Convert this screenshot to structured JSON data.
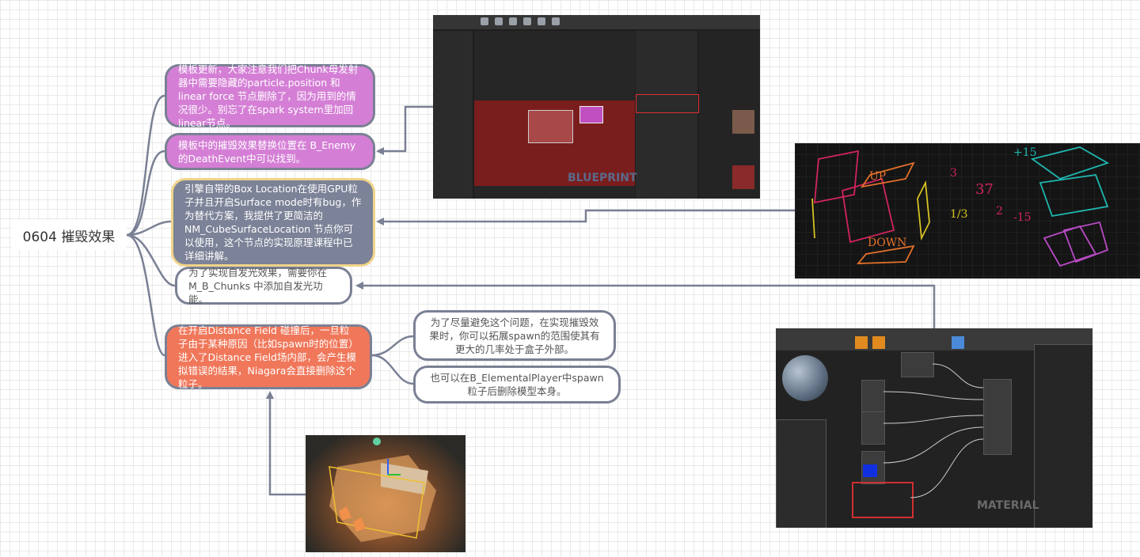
{
  "root": {
    "label": "0604 摧毁效果"
  },
  "nodes": {
    "n1": "模板更新，大家注意我们把Chunk母发射器中需要隐藏的particle.position 和 linear force 节点删除了，因为用到的情况很少。别忘了在spark system里加回linear节点。",
    "n2": "模板中的摧毁效果替换位置在 B_Enemy的DeathEvent中可以找到。",
    "n3": "引擎自带的Box Location在使用GPU粒子并且开启Surface mode时有bug，作为替代方案，我提供了更简洁的NM_CubeSurfaceLocation 节点你可以使用，这个节点的实现原理课程中已详细讲解。",
    "n4": "为了实现自发光效果，需要你在M_B_Chunks 中添加自发光功能。",
    "n5": "在开启Distance Field 碰撞后，一旦粒子由于某种原因（比如spawn时的位置）进入了Distance Field场内部，会产生模拟错误的结果，Niagara会直接删除这个粒子。",
    "n6": "为了尽量避免这个问题，在实现摧毁效果时，你可以拓展spawn的范围使其有更大的几率处于盒子外部。",
    "n7": "也可以在B_ElementalPlayer中spawn粒子后删除模型本身。"
  },
  "screenshots": {
    "blueprint_watermark": "BLUEPRINT",
    "material_watermark": "MATERIAL",
    "chalk_labels": [
      "UP",
      "DOWN",
      "3",
      "37",
      "2",
      "1/3",
      "-15",
      "+15"
    ]
  },
  "colors": {
    "pink": "#d47fd5",
    "slate": "#7c8297",
    "orange": "#f0775a",
    "edge": "#7a8094"
  }
}
